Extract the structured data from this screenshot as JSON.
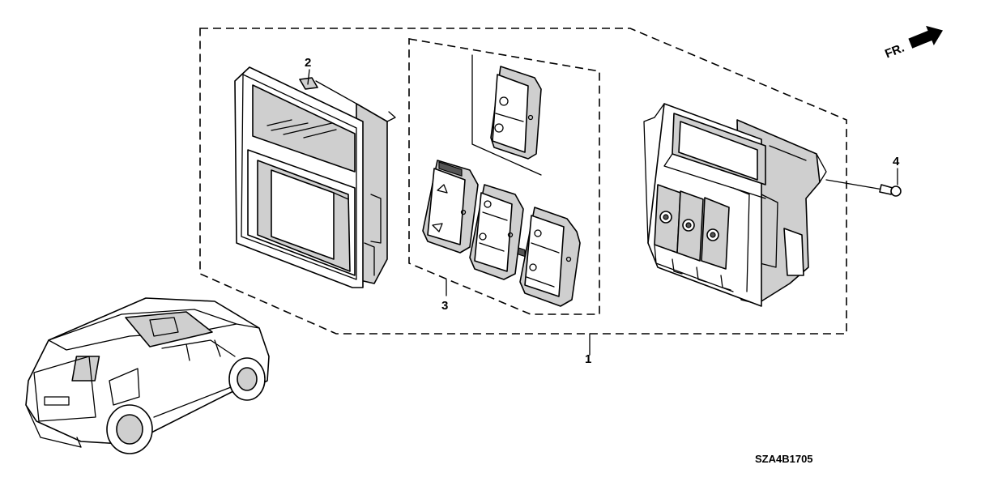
{
  "callouts": {
    "c1": "1",
    "c2": "2",
    "c3": "3",
    "c4": "4"
  },
  "direction_label": "FR.",
  "diagram_code": "SZA4B1705",
  "icons": {
    "direction": "arrow-right-icon",
    "vehicle": "suv-vehicle-icon"
  }
}
